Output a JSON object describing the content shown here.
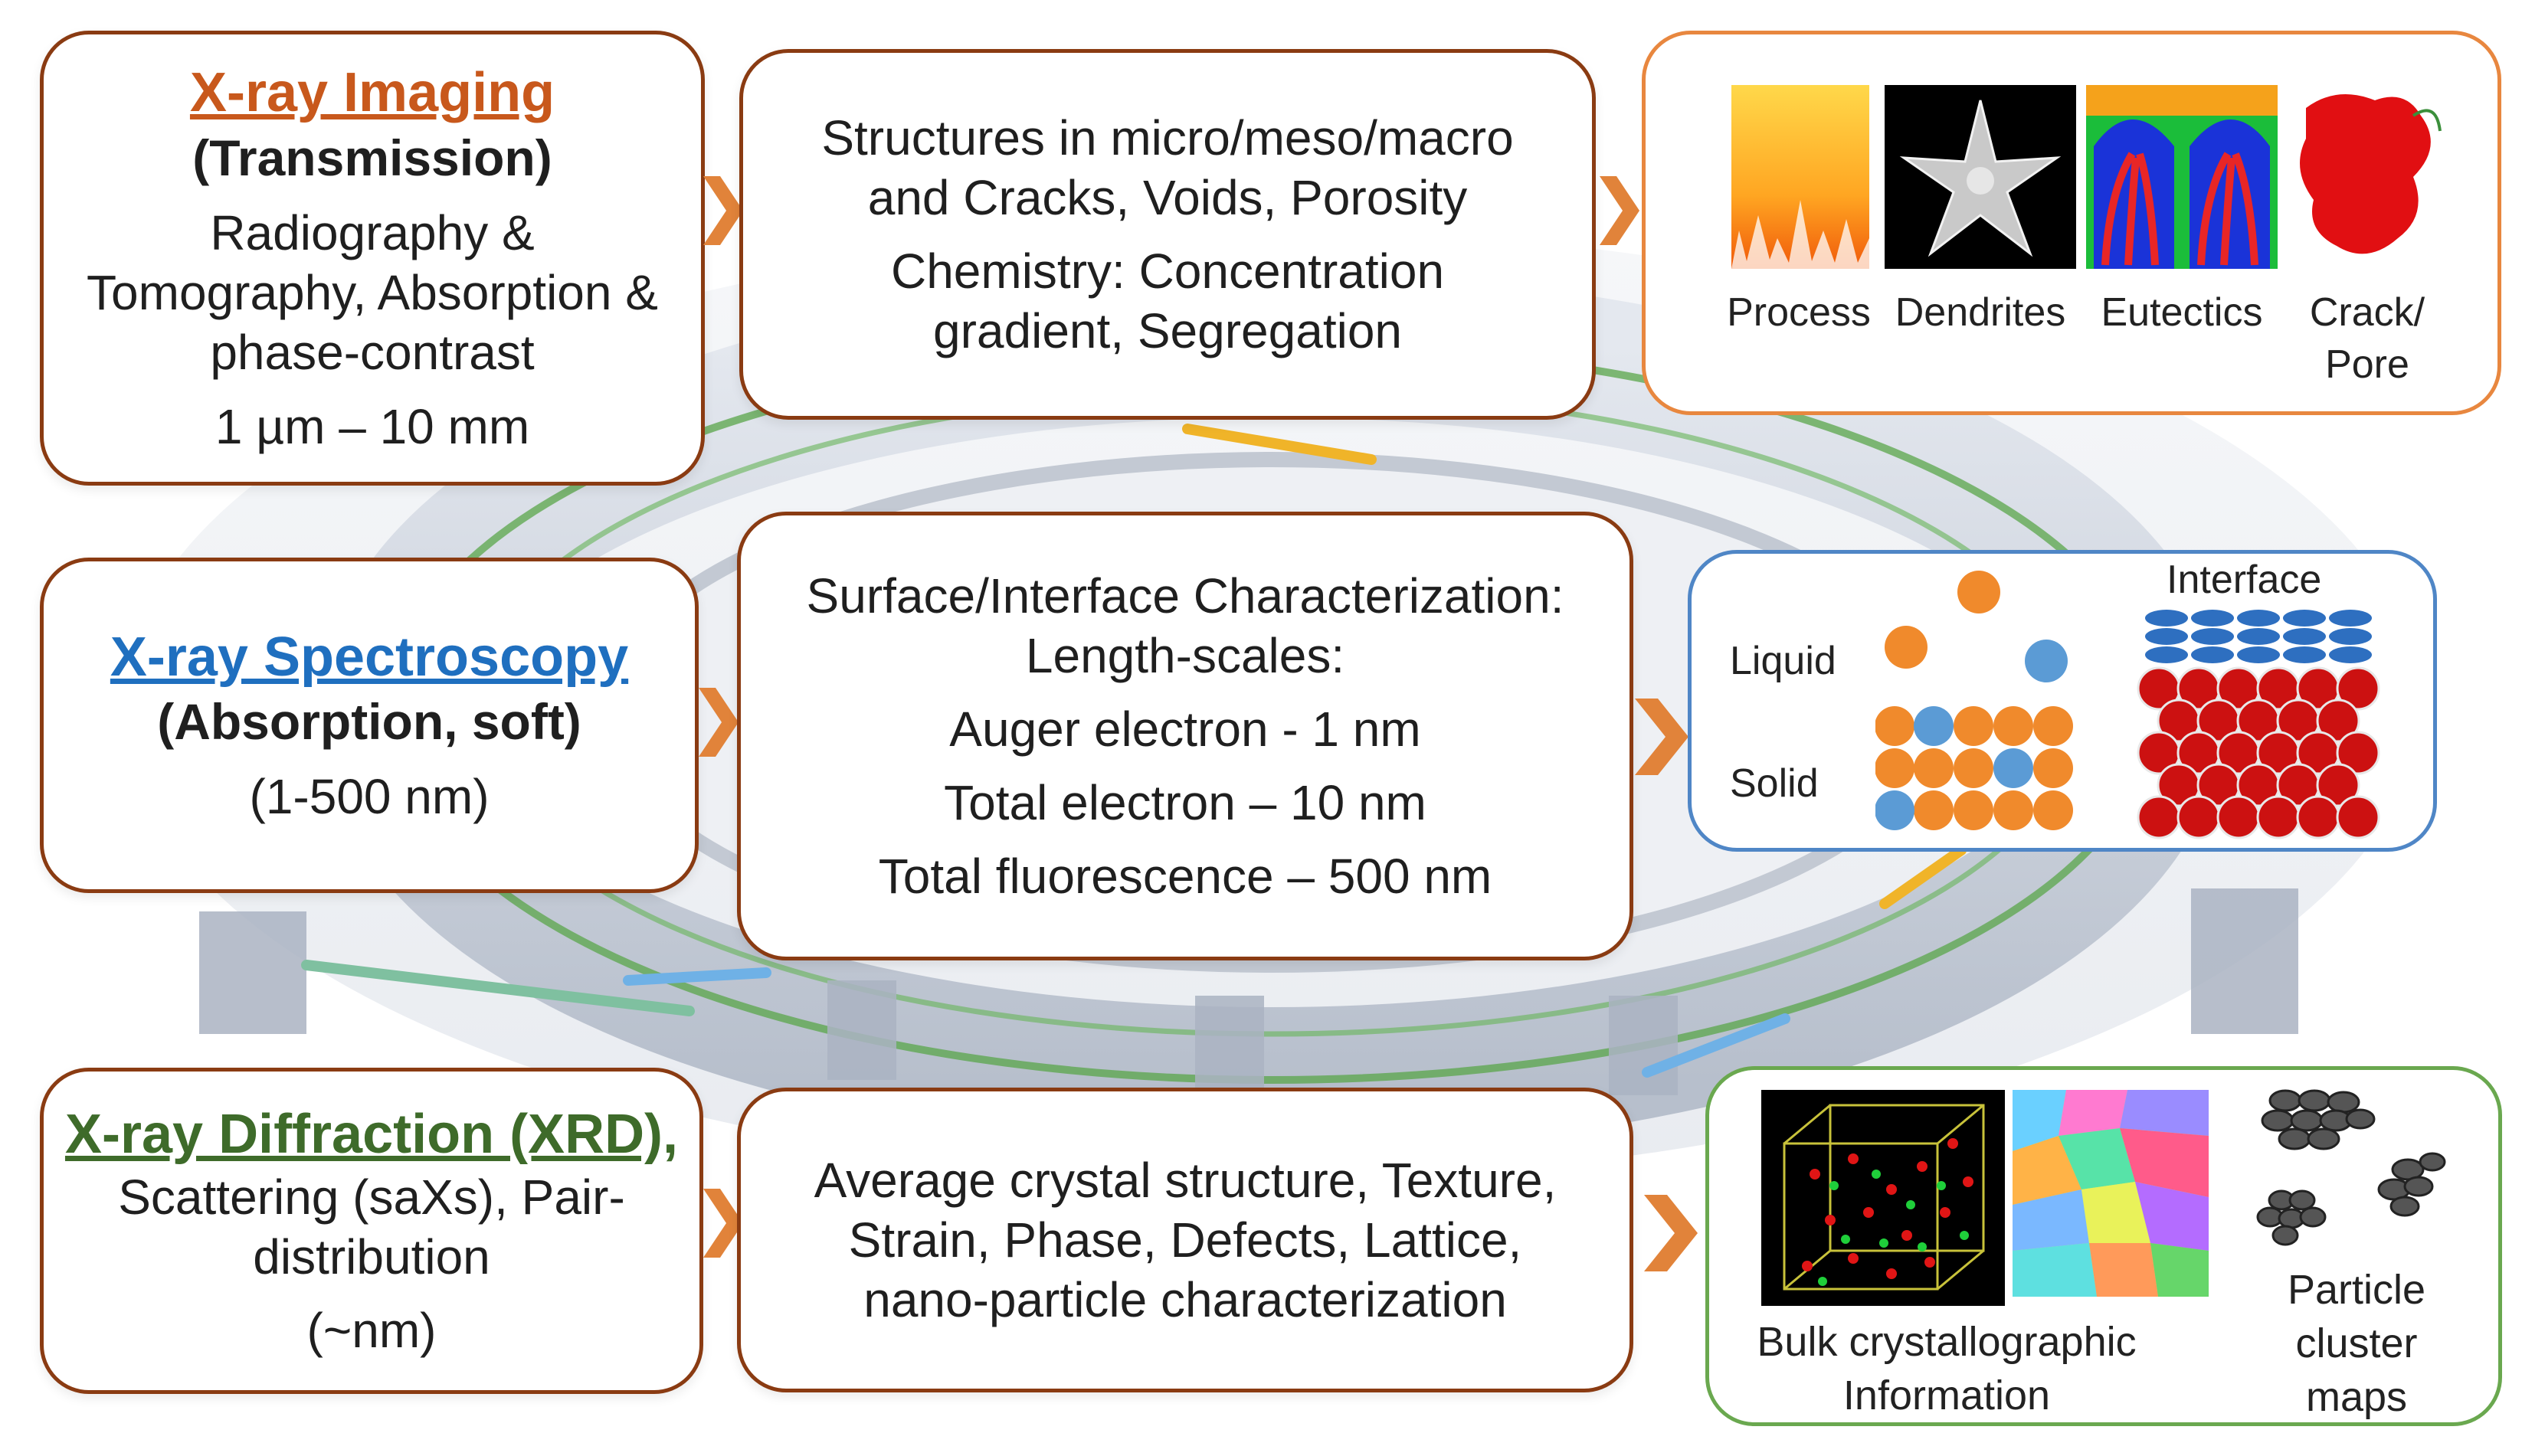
{
  "colors": {
    "box_border": "#8a3b12",
    "imaging_title": "#c8581c",
    "spectroscopy_title": "#1f6fbf",
    "diffraction_title": "#3e6b2a",
    "chevron": "#e1833a",
    "panel_orange": "#e8873f",
    "panel_blue": "#4f86c6",
    "panel_green": "#6aa84f",
    "atom_orange": "#f08a2c",
    "atom_blue": "#5b9bd5",
    "atom_red": "#cc1111"
  },
  "imaging": {
    "title": "X-ray Imaging",
    "subtitle": "(Transmission)",
    "lines": [
      "Radiography &",
      "Tomography, Absorption &",
      "phase-contrast",
      "1 µm – 10 mm"
    ]
  },
  "imaging_detail": {
    "lines": [
      "Structures in micro/meso/macro",
      "and Cracks, Voids, Porosity",
      "Chemistry: Concentration",
      "gradient, Segregation"
    ]
  },
  "imaging_panel": {
    "captions": [
      "Process",
      "Dendrites",
      "Eutectics",
      "Crack/",
      "Pore"
    ]
  },
  "spectroscopy": {
    "title": "X-ray Spectroscopy",
    "subtitle": "(Absorption, soft)",
    "lines": [
      "(1-500 nm)"
    ]
  },
  "spectroscopy_detail": {
    "lines": [
      "Surface/Interface Characterization:",
      "Length-scales:",
      "Auger electron -  1 nm",
      "Total electron – 10 nm",
      "Total fluorescence – 500 nm"
    ]
  },
  "spectroscopy_panel": {
    "liquid": "Liquid",
    "solid": "Solid",
    "interface": "Interface"
  },
  "diffraction": {
    "title": "X-ray Diffraction (XRD),",
    "lines": [
      "Scattering (saXs), Pair-",
      "distribution",
      "(~nm)"
    ]
  },
  "diffraction_detail": {
    "lines": [
      "Average crystal structure,  Texture,",
      "Strain, Phase, Defects, Lattice,",
      "nano-particle  characterization"
    ]
  },
  "diffraction_panel": {
    "bulk_caption": [
      "Bulk crystallographic",
      "Information"
    ],
    "particle_caption": [
      "Particle",
      "cluster",
      "maps"
    ]
  }
}
